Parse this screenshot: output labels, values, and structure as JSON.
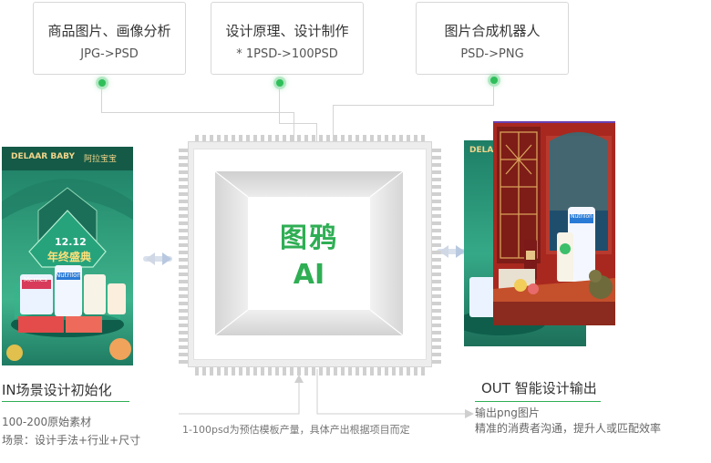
{
  "inputs": [
    {
      "title": "商品图片、画像分析",
      "subtitle": "JPG->PSD"
    },
    {
      "title": "设计原理、设计制作",
      "subtitle": "* 1PSD->100PSD"
    },
    {
      "title": "图片合成机器人",
      "subtitle": "PSD->PNG"
    }
  ],
  "chip": {
    "line1": "图鸦",
    "line2": "AI"
  },
  "in_panel": {
    "title": "IN场景设计初始化",
    "line1": "100-200原始素材",
    "line2": "场景：设计手法+行业+尺寸",
    "poster_brand": "DELAAR BABY",
    "poster_brand_cn": "阿拉宝宝",
    "poster_date": "12.12",
    "poster_event": "年终盛典",
    "product_a": "Merries",
    "product_b": "Nutrilon"
  },
  "bottom_note": "1-100psd为预估模板产量，具体产出根据项目而定",
  "out_panel": {
    "title": "OUT 智能设计输出",
    "line1": "输出png图片",
    "line2": "精准的消费者沟通，提升人或匹配效率",
    "poster_brand": "DELAAR",
    "product": "Nutrilon"
  },
  "colors": {
    "accent": "#2fae54",
    "border": "#d8d8d8",
    "arrow": "#b8c8e0"
  }
}
